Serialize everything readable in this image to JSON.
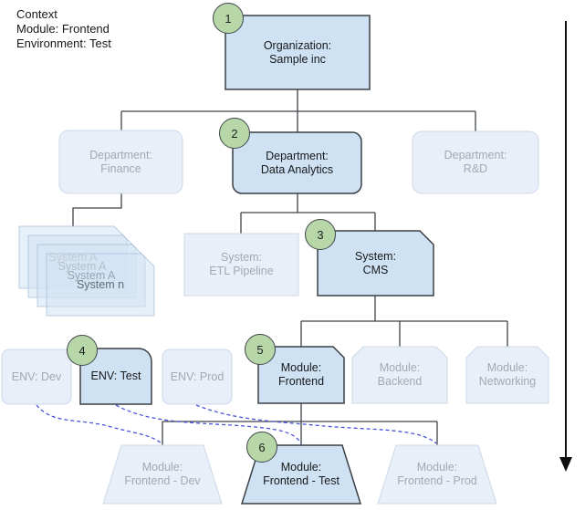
{
  "context": {
    "text": "Context\nModule: Frontend\nEnvironment: Test"
  },
  "badges": {
    "b1": "1",
    "b2": "2",
    "b3": "3",
    "b4": "4",
    "b5": "5",
    "b6": "6"
  },
  "nodes": {
    "organization": {
      "label": "Organization:\nSample inc",
      "state": "active"
    },
    "dept_finance": {
      "label": "Department:\nFinance",
      "state": "faded"
    },
    "dept_analytics": {
      "label": "Department:\nData Analytics",
      "state": "active"
    },
    "dept_rnd": {
      "label": "Department:\nR&D",
      "state": "faded"
    },
    "system_stack": {
      "labels": [
        "System A",
        "System A",
        "System A",
        "System n"
      ],
      "state": "faded"
    },
    "system_etl": {
      "label": "System:\nETL Pipeline",
      "state": "faded"
    },
    "system_cms": {
      "label": "System:\nCMS",
      "state": "active"
    },
    "env_dev": {
      "label": "ENV: Dev",
      "state": "faded"
    },
    "env_test": {
      "label": "ENV: Test",
      "state": "active"
    },
    "env_prod": {
      "label": "ENV: Prod",
      "state": "faded"
    },
    "module_frontend": {
      "label": "Module:\nFrontend",
      "state": "active"
    },
    "module_backend": {
      "label": "Module:\nBackend",
      "state": "faded"
    },
    "module_networking": {
      "label": "Module:\nNetworking",
      "state": "faded"
    },
    "frontend_dev": {
      "label": "Module:\nFrontend - Dev",
      "state": "faded"
    },
    "frontend_test": {
      "label": "Module:\nFrontend - Test",
      "state": "active"
    },
    "frontend_prod": {
      "label": "Module:\nFrontend - Prod",
      "state": "faded"
    }
  },
  "colors": {
    "active_fill": "#cfe2f3",
    "faded_fill": "#e8eff8",
    "badge_fill": "#b7d7a8",
    "dashed_link": "#4a53da",
    "connector": "#3f4449"
  }
}
